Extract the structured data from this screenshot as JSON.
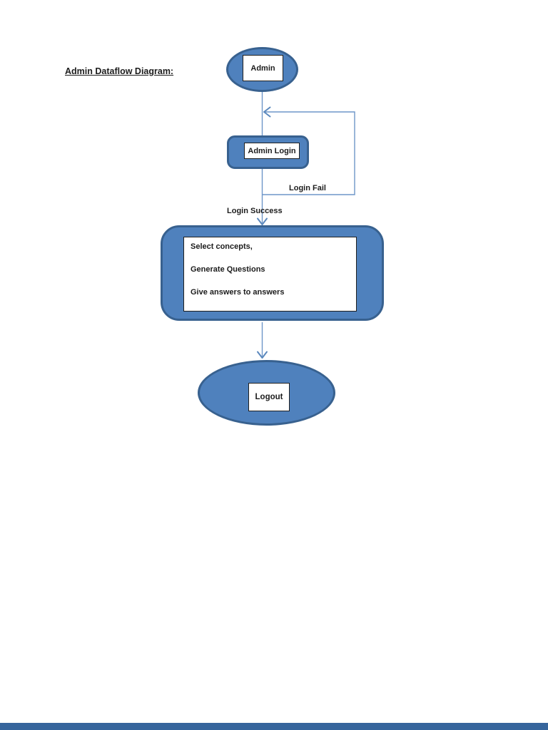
{
  "title": "Admin Dataflow Diagram:",
  "colors": {
    "shape_fill": "#4f81bd",
    "shape_border": "#38618f",
    "connector": "#6e96c8",
    "arrowhead": "#5b88bd",
    "inner_border": "#1f1f1f",
    "text": "#1c1c1c",
    "bottom_bar": "#36659c"
  },
  "nodes": {
    "admin": {
      "label": "Admin"
    },
    "admin_login": {
      "label": "Admin Login"
    },
    "process": {
      "lines": [
        "Select concepts,",
        "Generate Questions",
        "Give answers to answers"
      ]
    },
    "logout": {
      "label": "Logout"
    }
  },
  "edge_labels": {
    "fail": "Login Fail",
    "success": "Login Success"
  }
}
